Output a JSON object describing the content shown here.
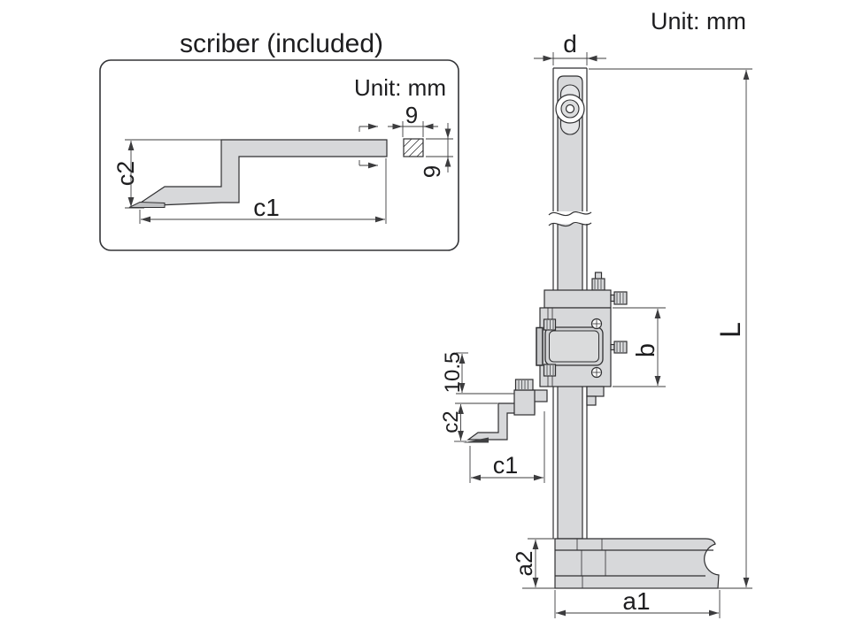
{
  "main_unit_note": "Unit: mm",
  "inset": {
    "title": "scriber (included)",
    "unit_note": "Unit: mm",
    "dims": {
      "c2": "c2",
      "c1": "c1",
      "section_width": "9",
      "section_height": "9"
    }
  },
  "gauge": {
    "dims": {
      "column_width": "d",
      "total_height": "L",
      "slider_height": "b",
      "scriber_offset": "10.5",
      "scriber_depth": "c2",
      "scriber_reach": "c1",
      "base_height": "a2",
      "base_length": "a1"
    }
  },
  "colors": {
    "metal": "#d7d8da",
    "outline": "#2f2f31",
    "dim": "#3c3c3e",
    "text": "#1d1d1f",
    "background": "#ffffff"
  }
}
